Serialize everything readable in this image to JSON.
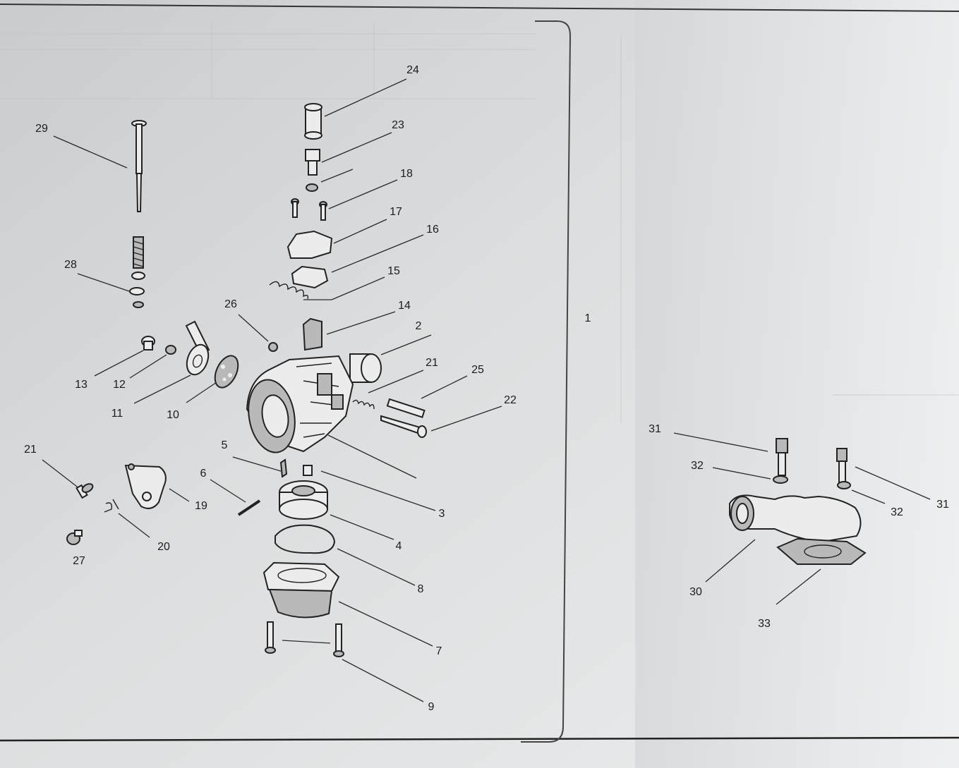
{
  "diagram": {
    "labels": {
      "l1": "1",
      "l2": "2",
      "l3": "3",
      "l4": "4",
      "l5": "5",
      "l6": "6",
      "l7": "7",
      "l8": "8",
      "l9": "9",
      "l10": "10",
      "l11": "11",
      "l12": "12",
      "l13": "13",
      "l14": "14",
      "l15": "15",
      "l16": "16",
      "l17": "17",
      "l18": "18",
      "l19": "19",
      "l20": "20",
      "l21a": "21",
      "l21b": "21",
      "l22": "22",
      "l23": "23",
      "l24": "24",
      "l25": "25",
      "l26": "26",
      "l27": "27",
      "l28": "28",
      "l29": "29",
      "l30": "30",
      "l31a": "31",
      "l31b": "31",
      "l32a": "32",
      "l32b": "32",
      "l33": "33"
    }
  }
}
